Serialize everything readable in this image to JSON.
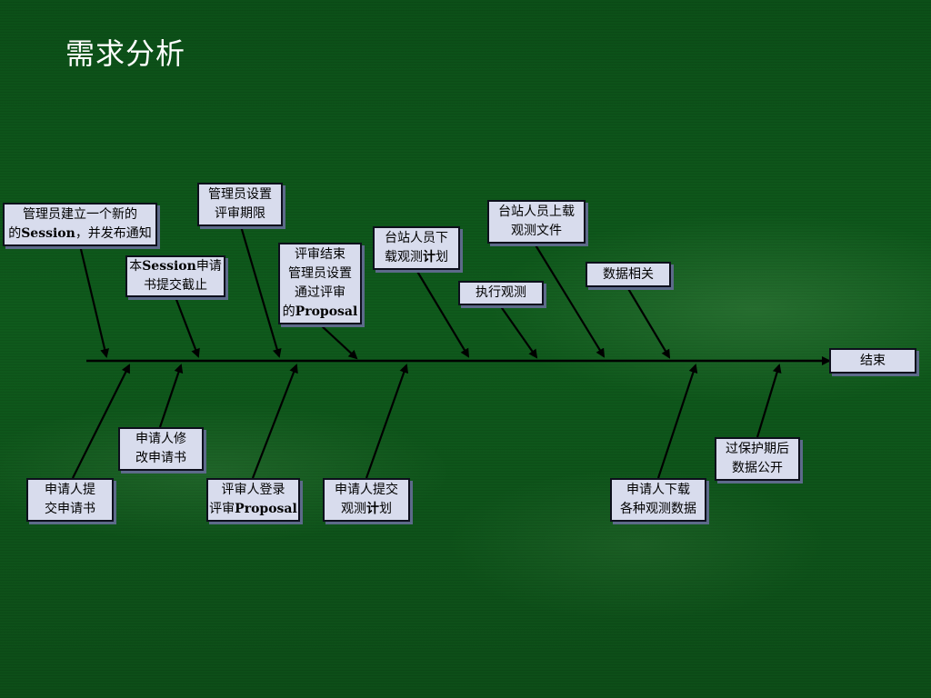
{
  "title": "需求分析",
  "steps_above": [
    {
      "id": "a1",
      "lines": [
        [
          {
            "t": "管理员建立一个新的"
          }
        ],
        [
          {
            "t": "的"
          },
          {
            "t": "Session",
            "b": true
          },
          {
            "t": "，并发布通知"
          }
        ]
      ]
    },
    {
      "id": "a2",
      "lines": [
        [
          {
            "t": "管理员设置"
          }
        ],
        [
          {
            "t": "评审期限"
          }
        ]
      ]
    },
    {
      "id": "a3",
      "lines": [
        [
          {
            "t": "本"
          },
          {
            "t": "Session",
            "b": true
          },
          {
            "t": "申请"
          }
        ],
        [
          {
            "t": "书提交截止"
          }
        ]
      ]
    },
    {
      "id": "a4",
      "lines": [
        [
          {
            "t": "评审结束"
          }
        ],
        [
          {
            "t": "管理员设置"
          }
        ],
        [
          {
            "t": "通过评审"
          }
        ],
        [
          {
            "t": "的"
          },
          {
            "t": "Proposal",
            "b": true
          }
        ]
      ]
    },
    {
      "id": "a5",
      "lines": [
        [
          {
            "t": "台站人员下"
          }
        ],
        [
          {
            "t": "载观测"
          },
          {
            "t": "计",
            "b": true
          },
          {
            "t": "划"
          }
        ]
      ]
    },
    {
      "id": "a6",
      "lines": [
        [
          {
            "t": "执行观测"
          }
        ]
      ]
    },
    {
      "id": "a7",
      "lines": [
        [
          {
            "t": "台站人员上载"
          }
        ],
        [
          {
            "t": "观测文件"
          }
        ]
      ]
    },
    {
      "id": "a8",
      "lines": [
        [
          {
            "t": "数据相关"
          }
        ]
      ]
    }
  ],
  "end_node": {
    "id": "end",
    "lines": [
      [
        {
          "t": "结束"
        }
      ]
    ]
  },
  "steps_below": [
    {
      "id": "b1",
      "lines": [
        [
          {
            "t": "申请人修"
          }
        ],
        [
          {
            "t": "改申请书"
          }
        ]
      ]
    },
    {
      "id": "b2",
      "lines": [
        [
          {
            "t": "申请人提"
          }
        ],
        [
          {
            "t": "交申请书"
          }
        ]
      ]
    },
    {
      "id": "b3",
      "lines": [
        [
          {
            "t": "评审人登录"
          }
        ],
        [
          {
            "t": "评审"
          },
          {
            "t": "Proposal",
            "b": true
          }
        ]
      ]
    },
    {
      "id": "b4",
      "lines": [
        [
          {
            "t": "申请人提交"
          }
        ],
        [
          {
            "t": "观测"
          },
          {
            "t": "计",
            "b": true
          },
          {
            "t": "划"
          }
        ]
      ]
    },
    {
      "id": "b5",
      "lines": [
        [
          {
            "t": "申请人下载"
          }
        ],
        [
          {
            "t": "各种观测数据"
          }
        ]
      ]
    },
    {
      "id": "b6",
      "lines": [
        [
          {
            "t": "过保护期后"
          }
        ],
        [
          {
            "t": "数据公开"
          }
        ]
      ]
    }
  ],
  "colors": {
    "background": "#0f5a1c",
    "box_fill": "#d8dced",
    "box_border": "#0d0f1c",
    "box_shadow": "#5d6a8a",
    "line": "#000000",
    "title": "#ffffff"
  }
}
